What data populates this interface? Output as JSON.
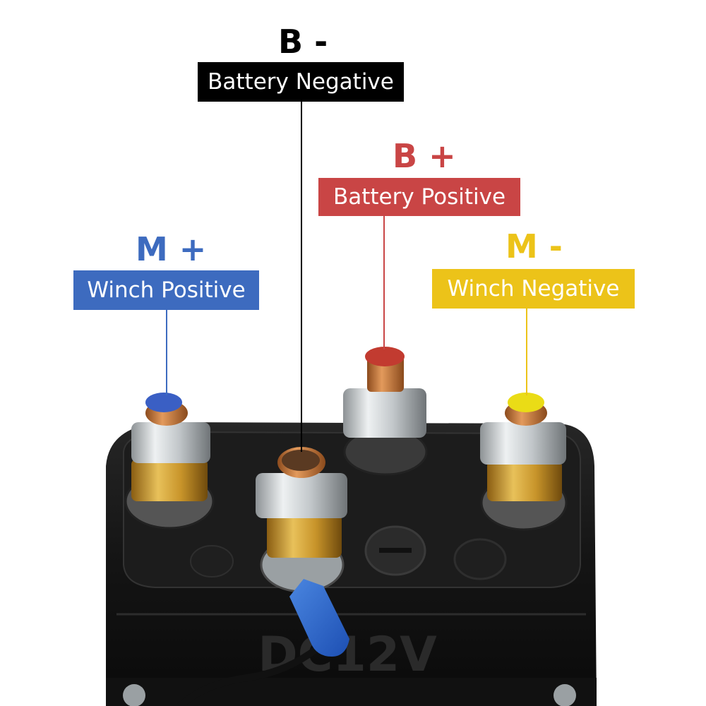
{
  "labels": {
    "b_minus": {
      "code": "B -",
      "name": "Battery Negative",
      "color": "#000000"
    },
    "b_plus": {
      "code": "B +",
      "name": "Battery Positive",
      "color": "#c94545"
    },
    "m_plus": {
      "code": "M +",
      "name": "Winch Positive",
      "color": "#3d6bbf"
    },
    "m_minus": {
      "code": "M -",
      "name": "Winch Negative",
      "color": "#ecc319"
    }
  },
  "casing": {
    "marking": "DC12V",
    "polarity_symbol": "−"
  },
  "terminal_caps": {
    "m_plus": "#3a5fc4",
    "b_minus": "#5a3a22",
    "b_plus": "#c23b30",
    "m_minus": "#eadc16"
  }
}
